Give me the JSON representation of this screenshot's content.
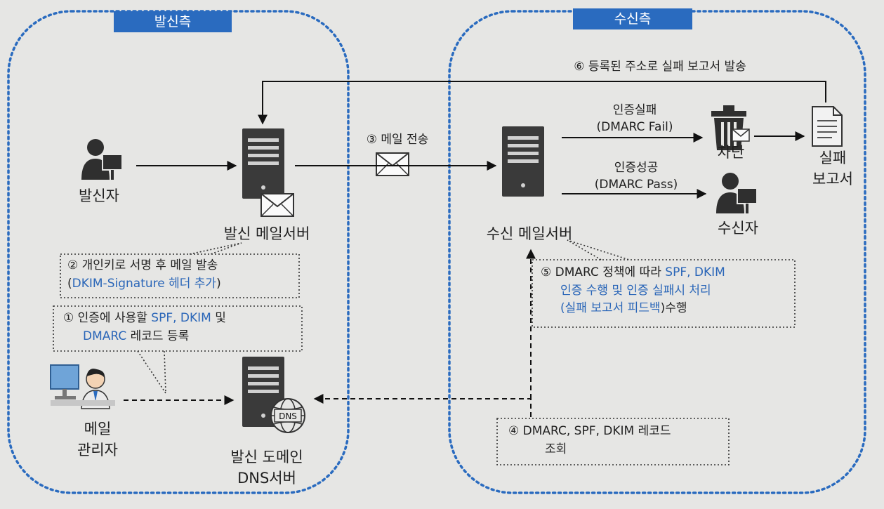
{
  "sides": {
    "sender": "발신측",
    "receiver": "수신측"
  },
  "nodes": {
    "sender_person": "발신자",
    "sender_server": "발신 메일서버",
    "receiver_server": "수신 메일서버",
    "mail_admin_1": "메일",
    "mail_admin_2": "관리자",
    "dns_server_1": "발신 도메인",
    "dns_server_2": "DNS서버",
    "block": "차단",
    "receiver_person": "수신자",
    "fail_report_1": "실패",
    "fail_report_2": "보고서",
    "dns_badge": "DNS"
  },
  "edges": {
    "mail_send": "③ 메일 전송",
    "auth_fail_1": "인증실패",
    "auth_fail_2": "(DMARC Fail)",
    "auth_pass_1": "인증성공",
    "auth_pass_2": "(DMARC Pass)",
    "report_back": "⑥ 등록된 주소로 실패 보고서 발송"
  },
  "notes": {
    "step1": {
      "prefix": "① 인증에 사용할 ",
      "highlight1": "SPF, DKIM",
      "mid": " 및",
      "highlight2": "DMARC",
      "suffix": " 레코드 등록"
    },
    "step2": {
      "line1": "② 개인키로 서명 후 메일 발송",
      "open": "(",
      "highlight": "DKIM-Signature 헤더 추가",
      "close": ")"
    },
    "step4": {
      "line1": "④ DMARC, SPF, DKIM 레코드",
      "line2": "조회"
    },
    "step5": {
      "prefix": "⑤ DMARC 정책에 따라 ",
      "highlight1": "SPF, DKIM",
      "highlight2": "인증 수행 및 인증 실패시 처리",
      "highlight3": "(실패 보고서 피드백",
      "suffix": ")수행"
    }
  },
  "colors": {
    "accent": "#2a6bbf",
    "highlight_text": "#2a66b8",
    "dotted_region": "#2a6bbf",
    "server_body": "#3a3a3a"
  }
}
